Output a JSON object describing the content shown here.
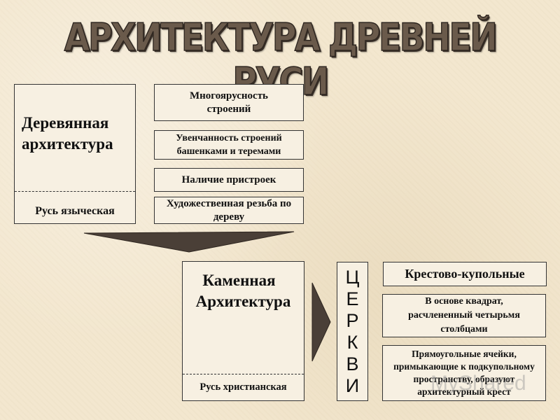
{
  "title": "АРХИТЕКТУРА ДРЕВНЕЙ РУСИ",
  "wooden": {
    "heading_line1": "Деревянная",
    "heading_line2": "архитектура",
    "footer": "Русь языческая",
    "features": [
      "Многоярусность строений",
      "Увенчанность строений башенками и теремами",
      "Наличие пристроек",
      "Художественная резьба по дереву"
    ]
  },
  "stone": {
    "heading_line1": "Каменная",
    "heading_line2": "Архитектура",
    "footer": "Русь христианская"
  },
  "churches": {
    "letters": [
      "Ц",
      "Е",
      "Р",
      "К",
      "В",
      "И"
    ],
    "type": "Крестово-купольные",
    "features": [
      "В основе квадрат, расчлененный четырьмя столбцами",
      "Прямоугольные ячейки, примыкающие к подкупольному пространству, образуют архитектурный крест"
    ]
  },
  "watermark": "MyShared",
  "colors": {
    "background": "#f3e7cf",
    "box_fill": "#f7f0e2",
    "arrow": "#4a3f37"
  }
}
